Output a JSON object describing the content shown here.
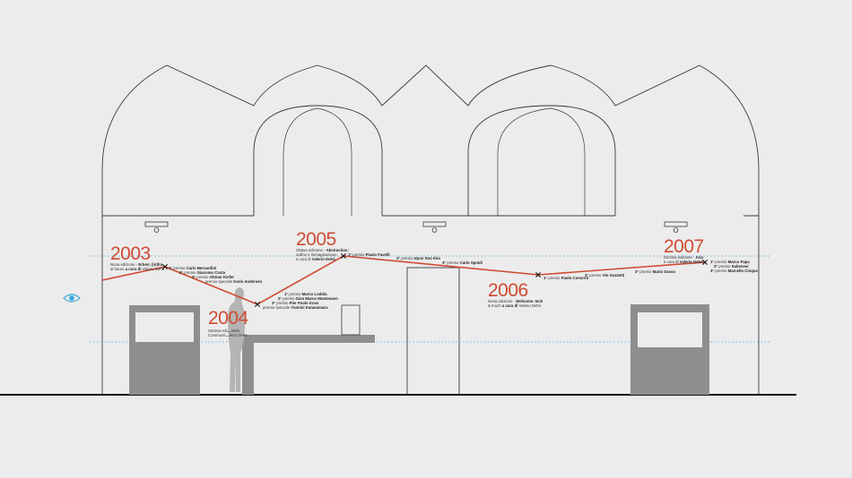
{
  "colors": {
    "background": "#ececec",
    "outline": "#3a3a3a",
    "timeline": "#cf4b33",
    "guide": "#5cb8e6",
    "furniture": "#8e8e8e",
    "figure": "#b4b4b4"
  },
  "eye_icon": "eye-icon",
  "years": [
    {
      "year": "2003",
      "lines": [
        [
          "Nona edizione - ",
          "Erben: (in)fra"
        ],
        [
          "al futuro",
          " a cura di ",
          "Valerio Dehò"
        ]
      ],
      "prizes": [
        [
          "1°",
          " premio ",
          "Carlo Bernardini"
        ],
        [
          "2°",
          " premio ",
          "Giacomo Costa"
        ],
        [
          "3°",
          " premio ",
          "Ottmar Kiefer"
        ],
        [
          "",
          "premio speciale ",
          "Karin Andersen"
        ]
      ]
    },
    {
      "year": "2004",
      "lines": [
        [
          "Settima edi",
          "…",
          "ntità/"
        ],
        [
          "Communit",
          "…",
          "lerio Dehò"
        ]
      ],
      "prizes": [
        [
          "1°",
          " premio ",
          "Marco Lodola"
        ],
        [
          "2°",
          " premio ",
          "Gian Marco Montesano"
        ],
        [
          "3°",
          " premio ",
          "Pier Paolo Koss"
        ],
        [
          "",
          " premio speciale ",
          "Yumimi Katasumaru"
        ]
      ]
    },
    {
      "year": "2005",
      "lines": [
        [
          "Ottava edizione - ",
          "Abstraction:"
        ],
        [
          "ordine e immaginazione"
        ],
        [
          "a cura di ",
          "Valerio Dehò"
        ]
      ],
      "prizes": [
        [
          "1°",
          " premio ",
          "Flavio Favelli"
        ],
        [
          "2°",
          " premio ",
          "Hyun Soo Kim"
        ],
        [
          "3°",
          " premio ",
          "Carlo Spoldi"
        ]
      ]
    },
    {
      "year": "2006",
      "lines": [
        [
          "Nona edizione - ",
          "Welcome. tech"
        ],
        [
          "& much",
          " a cura di ",
          "Valerio Dehò"
        ]
      ],
      "prizes": [
        [
          "1°",
          " premio ",
          "Paolo Consorti"
        ],
        [
          "2°",
          " premio ",
          "Ale Guzzetti"
        ],
        [
          "3°",
          " premio ",
          "Mario Sasso"
        ]
      ]
    },
    {
      "year": "2007",
      "lines": [
        [
          "Decima edizione - ",
          "Aria"
        ],
        [
          "a cura di ",
          "Valerio Dehò"
        ]
      ],
      "prizes": [
        [
          "1°",
          " premio ",
          "Marco Papa"
        ],
        [
          "2°",
          " premio ",
          "Sukensei"
        ],
        [
          "3°",
          " premio ",
          "Marcello Cinque"
        ]
      ]
    }
  ]
}
